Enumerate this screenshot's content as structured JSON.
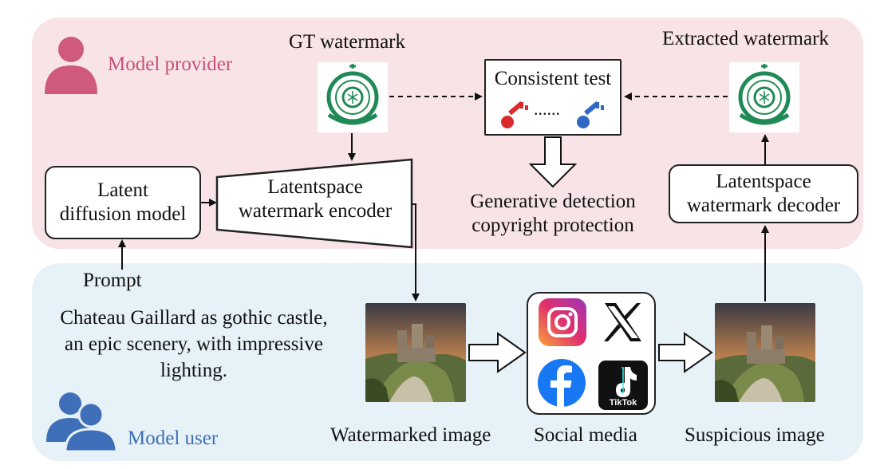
{
  "regions": {
    "provider_label": "Model provider",
    "user_label": "Model user"
  },
  "watermarks": {
    "gt_label": "GT watermark",
    "extracted_label": "Extracted watermark"
  },
  "consistent_test": {
    "label": "Consistent test",
    "dots": "......"
  },
  "generative": {
    "line1": "Generative detection",
    "line2": "copyright protection"
  },
  "ldm": {
    "line1": "Latent",
    "line2": "diffusion model"
  },
  "encoder": {
    "line1": "Latentspace",
    "line2": "watermark encoder"
  },
  "decoder": {
    "line1": "Latentspace",
    "line2": "watermark decoder"
  },
  "prompt": {
    "label": "Prompt",
    "line1": "Chateau Gaillard as gothic castle,",
    "line2": "an epic scenery, with impressive",
    "line3": "lighting."
  },
  "captions": {
    "watermarked": "Watermarked image",
    "social": "Social media",
    "suspicious": "Suspicious image"
  },
  "tiktok_label": "TikTok",
  "colors": {
    "provider_bg": "#f8e4e6",
    "user_bg": "#e6f2f8",
    "provider_text": "#c8507a",
    "user_text": "#3f6fb8",
    "seal_green": "#1f8a55",
    "key_red": "#d92b2b",
    "key_blue": "#2f67c4"
  },
  "icons": [
    "person-icon",
    "people-icon",
    "watermark-seal-icon",
    "key-icon",
    "instagram-icon",
    "x-icon",
    "facebook-icon",
    "tiktok-icon",
    "castle-image"
  ]
}
